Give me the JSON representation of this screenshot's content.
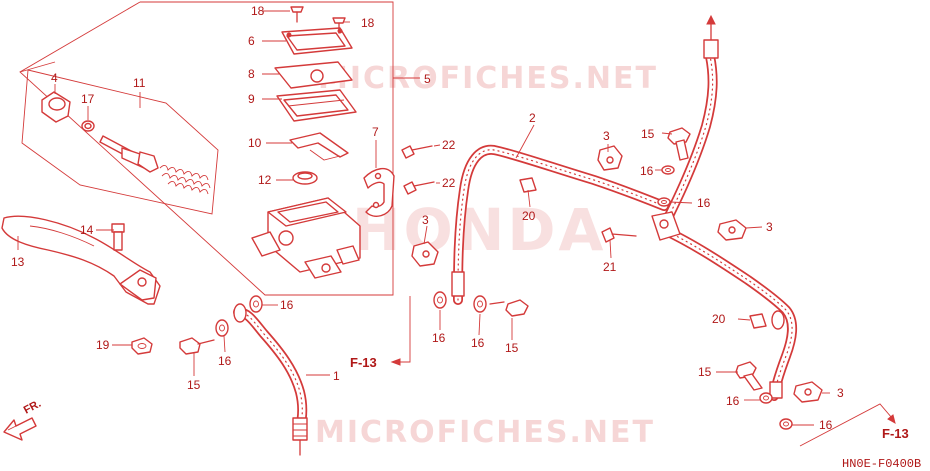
{
  "watermark": {
    "top": "MICROFICHES.NET",
    "bottom": "MICROFICHES.NET",
    "center": "HONDA"
  },
  "diagram_code": "HN0E-F0400B",
  "direction": "FR.",
  "refs": {
    "left": "F-13",
    "right": "F-13"
  },
  "labels": {
    "l1": "1",
    "l2": "2",
    "l3a": "3",
    "l3b": "3",
    "l3c": "3",
    "l3d": "3",
    "l4": "4",
    "l5": "5",
    "l6": "6",
    "l7": "7",
    "l8": "8",
    "l9": "9",
    "l10": "10",
    "l11": "11",
    "l12": "12",
    "l13": "13",
    "l14": "14",
    "l15a": "15",
    "l15b": "15",
    "l15c": "15",
    "l15d": "15",
    "l16a": "16",
    "l16b": "16",
    "l16c": "16",
    "l16d": "16",
    "l16e": "16",
    "l16f": "16",
    "l16g": "16",
    "l16h": "16",
    "l17": "17",
    "l18a": "18",
    "l18b": "18",
    "l19": "19",
    "l20a": "20",
    "l20b": "20",
    "l21": "21",
    "l22a": "22",
    "l22b": "22"
  }
}
